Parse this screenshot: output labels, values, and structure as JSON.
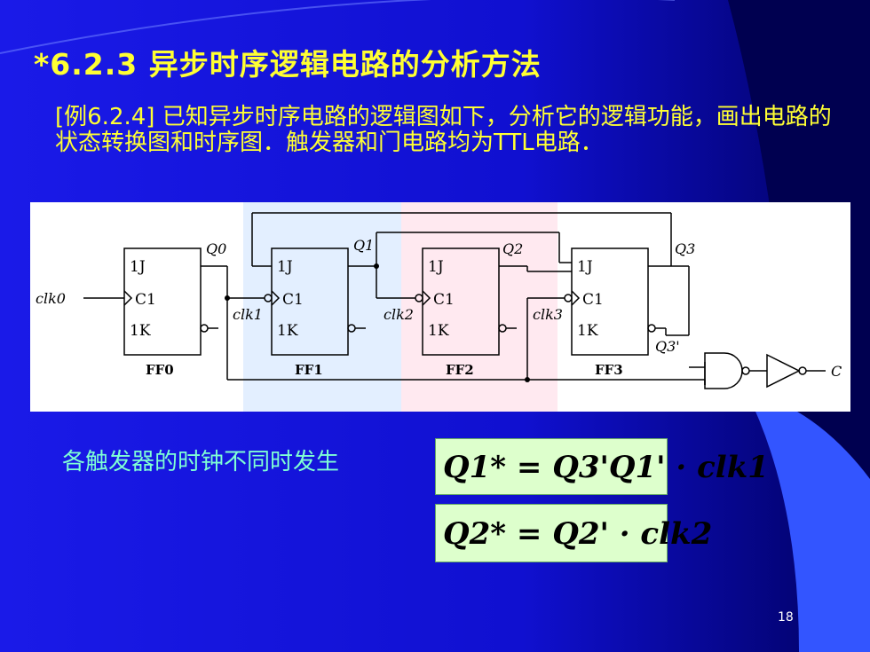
{
  "title": "*6.2.3 异步时序逻辑电路的分析方法",
  "example_text": "[例6.2.4] 已知异步时序电路的逻辑图如下，分析它的逻辑功能，画出电路的状态转换图和时序图．触发器和门电路均为TTL电路．",
  "circuit": {
    "ff_labels": [
      "FF0",
      "FF1",
      "FF2",
      "FF3"
    ],
    "pin_j": "1J",
    "pin_c": "C1",
    "pin_k": "1K",
    "clk_labels": [
      "clk0",
      "clk1",
      "clk2",
      "clk3"
    ],
    "q_labels": [
      "Q0",
      "Q1",
      "Q2",
      "Q3"
    ],
    "q3_not": "Q3'",
    "output": "C"
  },
  "note": "各触发器的时钟不同时发生",
  "equations": {
    "eq1": "Q1* = Q3'Q1' · clk1",
    "eq2": "Q2* = Q2' · clk2"
  },
  "page_number": "18",
  "colors": {
    "background": "#1414e6",
    "title": "#ffff33",
    "note": "#7fffd4",
    "equation_box": "#ddffcc",
    "ff1_region": "#e3efff",
    "ff2_region": "#ffe9f0"
  }
}
